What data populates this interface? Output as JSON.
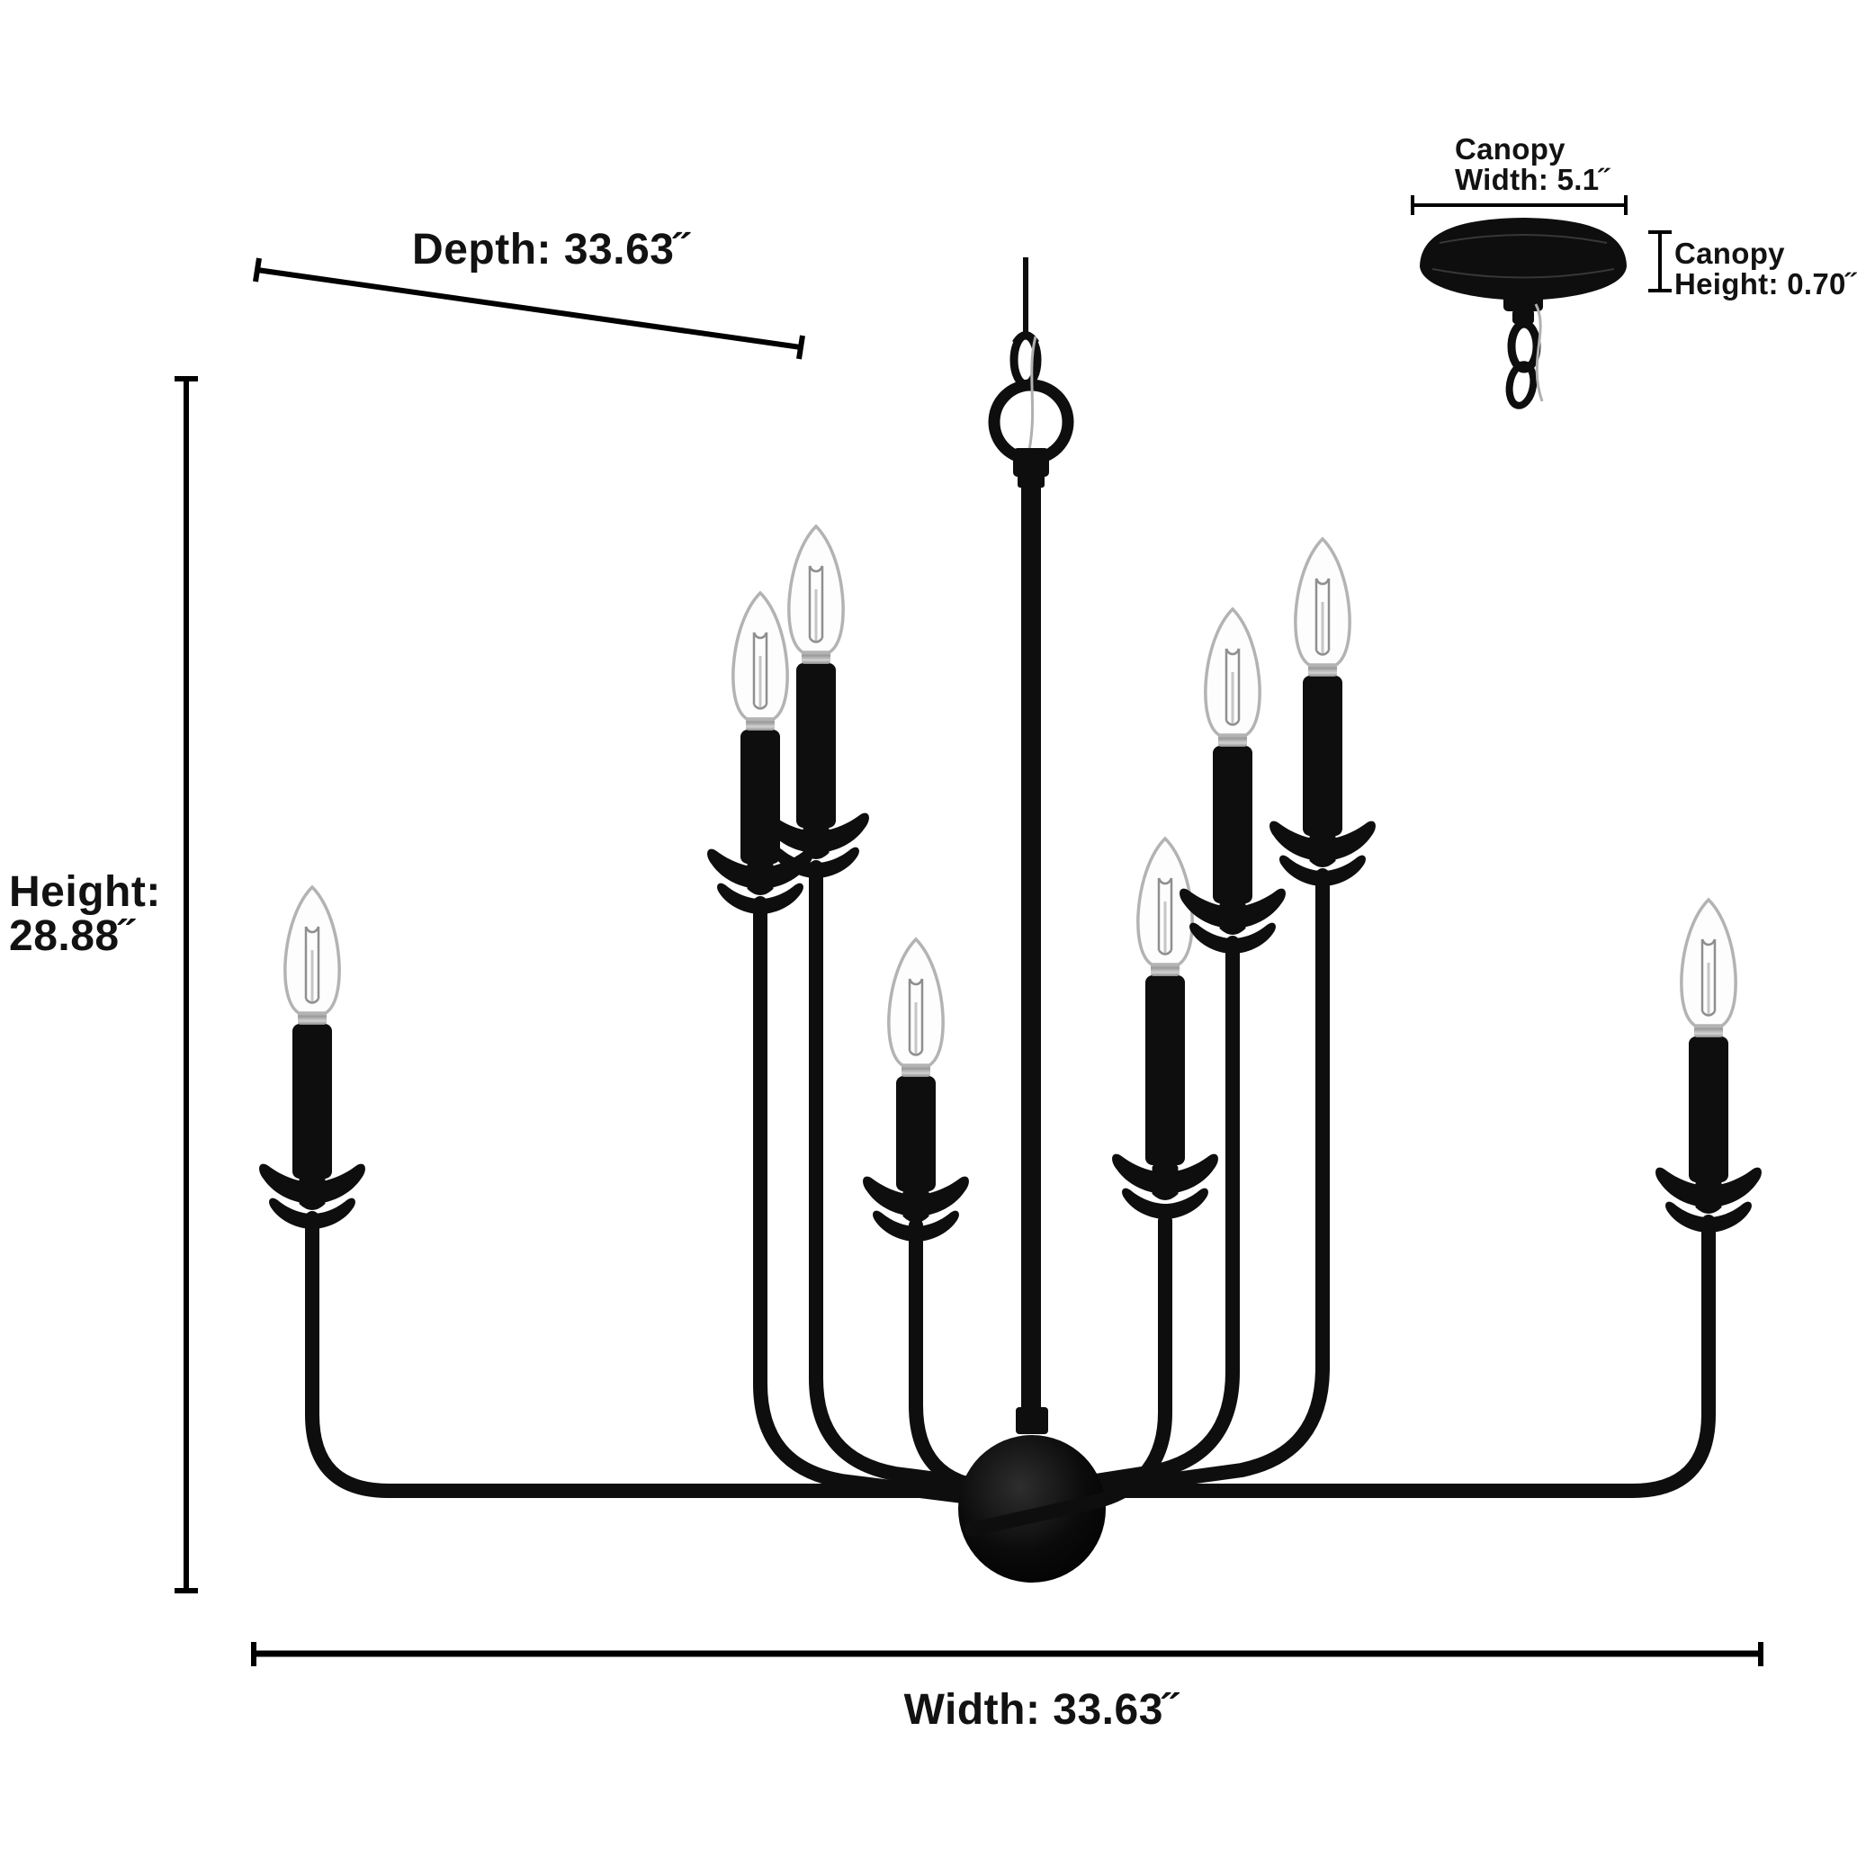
{
  "page": {
    "background_color": "#ffffff"
  },
  "diagram": {
    "kind": "product-dimension-diagram",
    "style": {
      "fixture_color": "#0e0e0e",
      "dimension_line_color": "#000000",
      "text_color": "#121212",
      "bulb_outline_color": "#b3b3b3",
      "chrome_color": "#c9c9c9"
    },
    "fixture": {
      "type": "candle-style chandelier",
      "light_count": 8
    },
    "dimensions": {
      "depth": {
        "label": "Depth: 33.63˝",
        "value": "33.63"
      },
      "height": {
        "label_line1": "Height:",
        "label_line2": "28.88˝",
        "value": "28.88"
      },
      "width": {
        "label": "Width: 33.63˝",
        "value": "33.63"
      },
      "canopy_width": {
        "label_line1": "Canopy",
        "label_line2": "Width: 5.1˝",
        "value": "5.1"
      },
      "canopy_height": {
        "label_line1": "Canopy",
        "label_line2": "Height: 0.70˝",
        "value": "0.70"
      }
    }
  }
}
